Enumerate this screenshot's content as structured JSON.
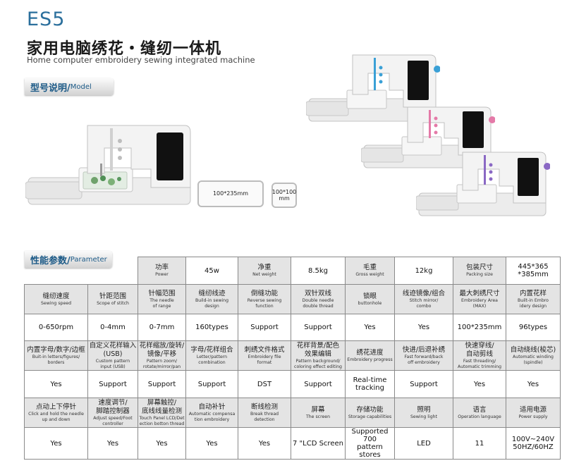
{
  "header": {
    "model": "ES5",
    "title_cn": "家用电脑绣花・缝纫一体机",
    "title_en": "Home computer embroidery sewing integrated machine"
  },
  "model_section": {
    "cn": "型号说明/",
    "en": "Model"
  },
  "param_section": {
    "cn": "性能参数/",
    "en": "Parameter"
  },
  "hoops": [
    {
      "label": "100*235mm"
    },
    {
      "label_line1": "100*100",
      "label_line2": "mm"
    }
  ],
  "machine_colors": {
    "body": "#f2f2f2",
    "screen": "#111111",
    "accents": [
      "#3aa0d6",
      "#e47aa8",
      "#8a68c4"
    ]
  },
  "table": {
    "row0": [
      {
        "cn": "功率",
        "en": "Power",
        "value": "45w"
      },
      {
        "cn": "净重",
        "en": "Net weight",
        "value": "8.5kg"
      },
      {
        "cn": "毛重",
        "en": "Gross weight",
        "value": "12kg"
      },
      {
        "cn": "包装尺寸",
        "en": "Packing size",
        "value_line1": "445*365",
        "value_line2": "*385mm"
      }
    ],
    "row1": [
      {
        "cn": "缝纫速度",
        "en": "Sewing speed",
        "value": "0-650rpm"
      },
      {
        "cn": "针距范围",
        "en": "Scope of stitch",
        "value": "0-4mm"
      },
      {
        "cn": "针幅范围",
        "en1": "The needle",
        "en2": "of range",
        "value": "0-7mm"
      },
      {
        "cn": "缝纫线迹",
        "en1": "Build-in sewing",
        "en2": "design",
        "value": "160types"
      },
      {
        "cn": "倒缝功能",
        "en1": "Reverse sewing",
        "en2": "function",
        "value": "Support"
      },
      {
        "cn": "双针双线",
        "en1": "Double needle",
        "en2": "double thread",
        "value": "Support"
      },
      {
        "cn": "锁眼",
        "en": "buttonhole",
        "value": "Yes"
      },
      {
        "cn": "线迹镜像/组合",
        "en1": "Stitch mirror/",
        "en2": "combo",
        "value": "Yes"
      },
      {
        "cn": "最大刺绣尺寸",
        "en1": "Embroidery Area",
        "en2": "(MAX)",
        "value": "100*235mm"
      },
      {
        "cn": "内置花样",
        "en1": "Built-in Embro",
        "en2": "idery design",
        "value": "96types"
      }
    ],
    "row2": [
      {
        "cn": "内置字母/数字/边框",
        "en1": "Buit-in letters/figures/",
        "en2": "borders",
        "value": "Yes"
      },
      {
        "cn1": "自定义花样输入",
        "cn2": "(USB)",
        "en1": "Custom pattern",
        "en2": "input (USB)",
        "value": "Support"
      },
      {
        "cn1": "花样缩放/旋转/",
        "cn2": "镜像/平移",
        "en1": "Pattern zoom/",
        "en2": "rotate/mirror/pan",
        "value": "Support"
      },
      {
        "cn": "字母/花样组合",
        "en1": "Letter/pattern",
        "en2": "combination",
        "value": "Support"
      },
      {
        "cn": "刺绣文件格式",
        "en1": "Embroidery file",
        "en2": "format",
        "value": "DST"
      },
      {
        "cn1": "花样背景/配色",
        "cn2": "效果编辑",
        "en1": "Pattern background/",
        "en2": "coloring effect editing",
        "value": "Support"
      },
      {
        "cn": "绣花进度",
        "en": "Embroidery progress",
        "value_line1": "Real-time",
        "value_line2": "tracking"
      },
      {
        "cn": "快进/后退补绣",
        "en1": "Fast forward/back",
        "en2": "off embroidery",
        "value": "Support"
      },
      {
        "cn1": "快速穿线/",
        "cn2": "自动剪线",
        "en1": "Fast threading/",
        "en2": "Automatic trimming",
        "value": "Yes"
      },
      {
        "cn": "自动绕线(梭芯)",
        "en1": "Automatic winding",
        "en2": "(spindle)",
        "value": "Yes"
      }
    ],
    "row3": [
      {
        "cn": "点动上下停针",
        "en1": "Click and hold the needle",
        "en2": "up and down",
        "value": "Yes"
      },
      {
        "cn1": "速度调节/",
        "cn2": "脚踏控制器",
        "en1": "Adjust speed/Foot",
        "en2": "controller",
        "value": "Yes"
      },
      {
        "cn1": "屏幕触控/",
        "cn2": "底线线量检测",
        "en1": "Touch Panel LCD/Det",
        "en2": "ection botton thread",
        "value": "Yes"
      },
      {
        "cn": "自动补针",
        "en1": "Automatic compensa",
        "en2": "tion embroidery",
        "value": "Yes"
      },
      {
        "cn": "断线检测",
        "en1": "Break thread",
        "en2": "detection",
        "value": "Yes"
      },
      {
        "cn": "屏幕",
        "en": "The screen",
        "value": "7 \"LCD Screen"
      },
      {
        "cn": "存储功能",
        "en": "Storage capabilities",
        "value_line1": "Supported 700",
        "value_line2": "pattern stores"
      },
      {
        "cn": "照明",
        "en": "Sewing light",
        "value": "LED"
      },
      {
        "cn": "语言",
        "en": "Operation language",
        "value": "11"
      },
      {
        "cn": "适用电源",
        "en": "Power supply",
        "value_line1": "100V~240V",
        "value_line2": "50HZ/60HZ"
      }
    ]
  }
}
